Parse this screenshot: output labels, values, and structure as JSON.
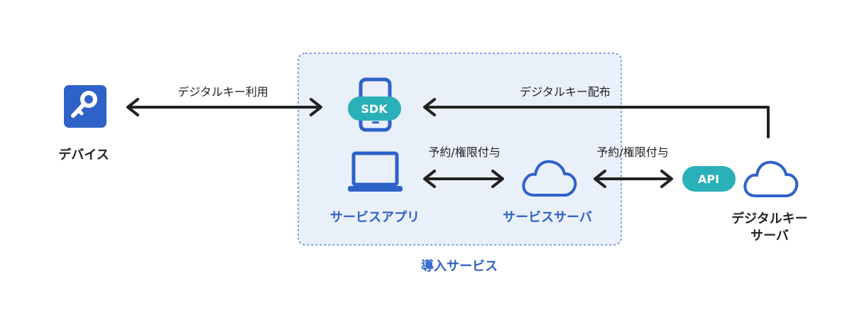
{
  "colors": {
    "accent": "#2f62c9",
    "pill": "#2ab0b8",
    "region_fill": "#eaf0fa",
    "region_border": "#5b82d6",
    "arrow": "#222222"
  },
  "nodes": {
    "device": {
      "label": "デバイス",
      "icon": "key-icon"
    },
    "sdk": {
      "label": "SDK",
      "icon": "smartphone-icon"
    },
    "service_app": {
      "label": "サービスアプリ",
      "icon": "laptop-icon"
    },
    "service_server": {
      "label": "サービスサーバ",
      "icon": "cloud-icon"
    },
    "api": {
      "label": "API"
    },
    "digital_key_server": {
      "label_line1": "デジタルキー",
      "label_line2": "サーバ",
      "icon": "cloud-icon"
    }
  },
  "region": {
    "label": "導入サービス"
  },
  "edges": {
    "device_sdk": "デジタルキー利用",
    "key_distribution": "デジタルキー配布",
    "app_server": "予約/権限付与",
    "server_api": "予約/権限付与"
  }
}
